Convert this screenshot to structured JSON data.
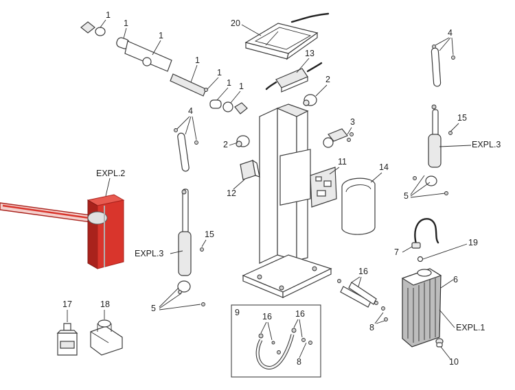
{
  "diagram": {
    "colors": {
      "boom_red": "#d9352c",
      "boom_red_dark": "#a9221c",
      "line": "#3a3a3a"
    },
    "labels": {
      "p1": "1",
      "p2": "2",
      "p3": "3",
      "p4": "4",
      "p5": "5",
      "p6": "6",
      "p7": "7",
      "p8": "8",
      "p9": "9",
      "p10": "10",
      "p11": "11",
      "p12": "12",
      "p13": "13",
      "p14": "14",
      "p15": "15",
      "p16": "16",
      "p17": "17",
      "p18": "18",
      "p19": "19",
      "p20": "20",
      "expl1": "EXPL.1",
      "expl2": "EXPL.2",
      "expl3": "EXPL.3"
    }
  }
}
